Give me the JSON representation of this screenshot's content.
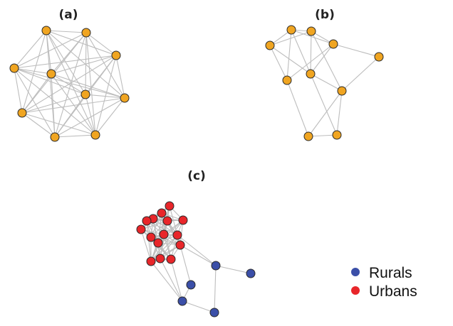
{
  "panels": [
    {
      "label": "(a)",
      "nodes": 10,
      "complete_graph": true
    },
    {
      "label": "(b)",
      "nodes": 10,
      "edges": [
        [
          0,
          1
        ],
        [
          0,
          2
        ],
        [
          0,
          3
        ],
        [
          1,
          3
        ],
        [
          0,
          5
        ],
        [
          0,
          6
        ],
        [
          1,
          6
        ],
        [
          1,
          7
        ],
        [
          2,
          6
        ],
        [
          2,
          5
        ],
        [
          3,
          5
        ],
        [
          3,
          6
        ],
        [
          3,
          4
        ],
        [
          4,
          7
        ],
        [
          6,
          7
        ],
        [
          5,
          8
        ],
        [
          6,
          9
        ],
        [
          7,
          8
        ],
        [
          7,
          9
        ],
        [
          8,
          9
        ],
        [
          1,
          2
        ]
      ]
    },
    {
      "label": "(c)",
      "urban_nodes": 15,
      "rural_nodes": 5,
      "rural_edges": [
        [
          0,
          1
        ],
        [
          0,
          4
        ],
        [
          3,
          4
        ],
        [
          2,
          3
        ]
      ],
      "cross_edges": [
        [
          11,
          0
        ],
        [
          9,
          0
        ],
        [
          14,
          3
        ],
        [
          13,
          3
        ],
        [
          12,
          3
        ],
        [
          11,
          2
        ]
      ]
    }
  ],
  "legend": [
    {
      "label": "Rurals",
      "color": "#3b4fa8"
    },
    {
      "label": "Urbans",
      "color": "#e8262a"
    }
  ],
  "colors": {
    "node_default": "#f0a521",
    "edge": "#bdbdbd"
  }
}
